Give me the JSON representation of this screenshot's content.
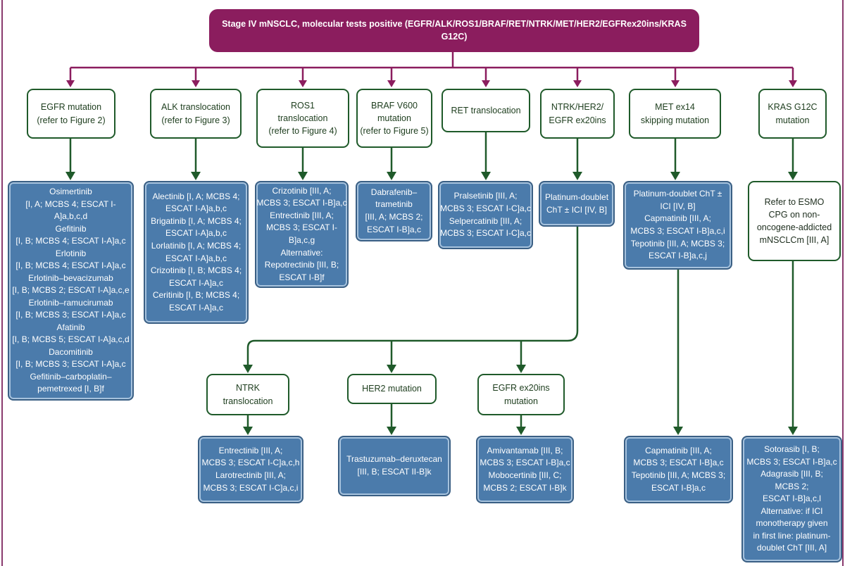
{
  "root": "Stage IV mNSCLC, molecular tests positive (EGFR/ALK/ROS1/BRAF/RET/NTRK/MET/HER2/EGFRex20ins/KRAS G12C)",
  "categories": {
    "egfr": "EGFR mutation\n(refer to Figure 2)",
    "alk": "ALK translocation\n(refer to Figure 3)",
    "ros1": "ROS1\ntranslocation\n(refer to Figure 4)",
    "braf": "BRAF V600\nmutation\n(refer to Figure 5)",
    "ret": "RET translocation",
    "ntrk_her2_egfr": "NTRK/HER2/\nEGFR ex20ins",
    "met": "MET ex14\nskipping mutation",
    "kras": "KRAS G12C\nmutation",
    "ntrk": "NTRK\ntranslocation",
    "her2": "HER2 mutation",
    "egfr_ex20": "EGFR ex20ins\nmutation"
  },
  "treatments": {
    "egfr": "Osimertinib\n[I, A; MCBS 4; ESCAT I-A]a,b,c,d\nGefitinib\n[I, B; MCBS 4; ESCAT I-A]a,c\nErlotinib\n[I, B; MCBS 4; ESCAT I-A]a,c\nErlotinib–bevacizumab\n[I, B; MCBS 2; ESCAT I-A]a,c,e\nErlotinib–ramucirumab\n[I, B; MCBS 3; ESCAT I-A]a,c\nAfatinib\n[I, B; MCBS 5; ESCAT I-A]a,c,d\nDacomitinib\n[I, B; MCBS 3; ESCAT I-A]a,c\nGefitinib–carboplatin–\npemetrexed [I, B]f",
    "alk": "Alectinib [I, A; MCBS 4;\nESCAT I-A]a,b,c\nBrigatinib [I, A; MCBS 4;\nESCAT I-A]a,b,c\nLorlatinib [I, A; MCBS 4;\nESCAT I-A]a,b,c\nCrizotinib [I, B; MCBS 4;\nESCAT I-A]a,c\nCeritinib [I, B; MCBS 4;\nESCAT I-A]a,c",
    "ros1": "Crizotinib [III, A;\nMCBS 3; ESCAT I-B]a,c\nEntrectinib [III, A;\nMCBS 3; ESCAT I-B]a,c,g\nAlternative:\nRepotrectinib [III, B;\nESCAT I-B]f",
    "braf": "Dabrafenib–\ntrametinib\n[III, A; MCBS 2;\nESCAT I-B]a,c",
    "ret": "Pralsetinib [III, A;\nMCBS 3; ESCAT I-C]a,c\nSelpercatinib [III, A;\nMCBS 3; ESCAT I-C]a,c",
    "ntrk_her2_egfr": "Platinum-doublet\nChT ± ICI [IV, B]",
    "met": "Platinum-doublet ChT ±\nICI [IV, B]\nCapmatinib [III, A;\nMCBS 3; ESCAT I-B]a,c,i\nTepotinib [III, A; MCBS 3;\nESCAT I-B]a,c,j",
    "kras_ref": "Refer to ESMO\nCPG on non-\noncogene-addicted\nmNSCLCm [III, A]",
    "ntrk": "Entrectinib [III, A;\nMCBS 3; ESCAT I-C]a,c,h\nLarotrectinib [III, A;\nMCBS 3; ESCAT I-C]a,c,i",
    "her2": "Trastuzumab–deruxtecan\n[III, B; ESCAT II-B]k",
    "egfr_ex20": "Amivantamab [III, B;\nMCBS 3; ESCAT I-B]a,c\nMobocertinib [III, C;\nMCBS 2; ESCAT I-B]k",
    "met_2": "Capmatinib [III, A;\nMCBS 3; ESCAT I-B]a,c\nTepotinib [III, A; MCBS 3;\nESCAT I-B]a,c",
    "kras": "Sotorasib [I, B;\nMCBS 3; ESCAT I-B]a,c\nAdagrasib [III, B;\nMCBS 2;\nESCAT I-B]a,c,l\nAlternative: if ICI\nmonotherapy given\nin first line: platinum-\ndoublet ChT [III, A]"
  },
  "colors": {
    "root_fill": "#8b1d5e",
    "top_arrow": "#8b1d5e",
    "category_border": "#1f5a2a",
    "connector": "#1f5a2a",
    "treatment_fill": "#4b7bab"
  }
}
